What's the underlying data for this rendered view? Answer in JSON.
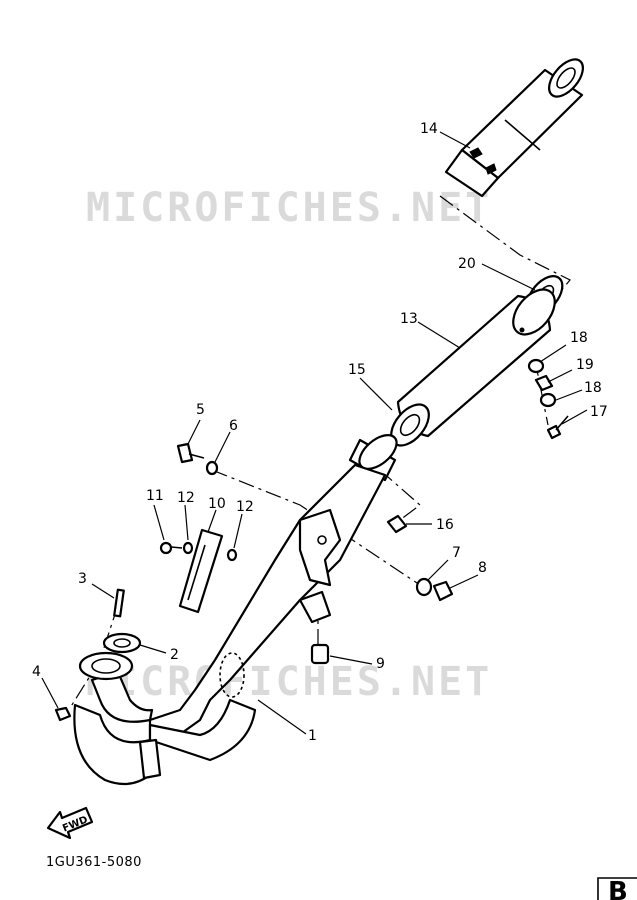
{
  "watermark": {
    "top": "MICROFICHES.NET",
    "bottom": "MICROFICHES.NET"
  },
  "callouts": {
    "c1": "1",
    "c2": "2",
    "c3": "3",
    "c4": "4",
    "c5": "5",
    "c6": "6",
    "c7": "7",
    "c8": "8",
    "c9": "9",
    "c10": "10",
    "c11": "11",
    "c12a": "12",
    "c12b": "12",
    "c13": "13",
    "c14": "14",
    "c15": "15",
    "c16": "16",
    "c17": "17",
    "c18a": "18",
    "c18b": "18",
    "c19": "19",
    "c20": "20"
  },
  "fwd_label": "FWD",
  "diagram_code": "1GU361-5080",
  "page_letter": "B",
  "icons": [
    "fwd-arrow-icon"
  ]
}
